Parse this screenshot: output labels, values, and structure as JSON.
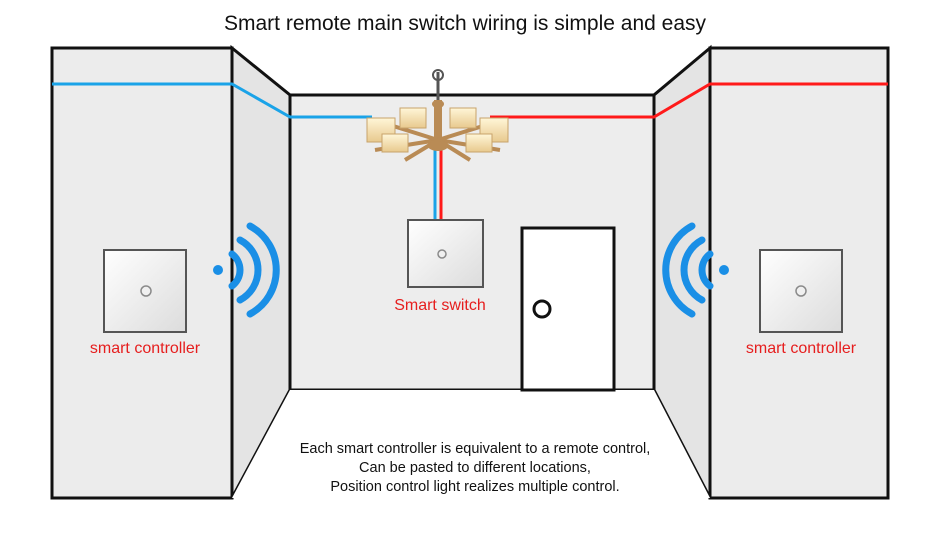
{
  "title": "Smart remote main switch wiring is simple and easy",
  "labels": {
    "left_controller": "smart controller",
    "center_switch": "Smart switch",
    "right_controller": "smart controller"
  },
  "caption": [
    "Each smart controller is equivalent to a remote control,",
    "Can be pasted to different locations,",
    "Position control light realizes multiple control."
  ],
  "colors": {
    "wire_live": "#ff1a1a",
    "wire_neutral": "#1aa3e8",
    "wifi_signal": "#1a8fe6",
    "label_text": "#e61e1e",
    "wall": "#ececec",
    "outline": "#111111"
  },
  "icons": {
    "wireless_left": "wifi-signal-icon",
    "wireless_right": "wifi-signal-icon",
    "lamp": "chandelier-icon"
  }
}
